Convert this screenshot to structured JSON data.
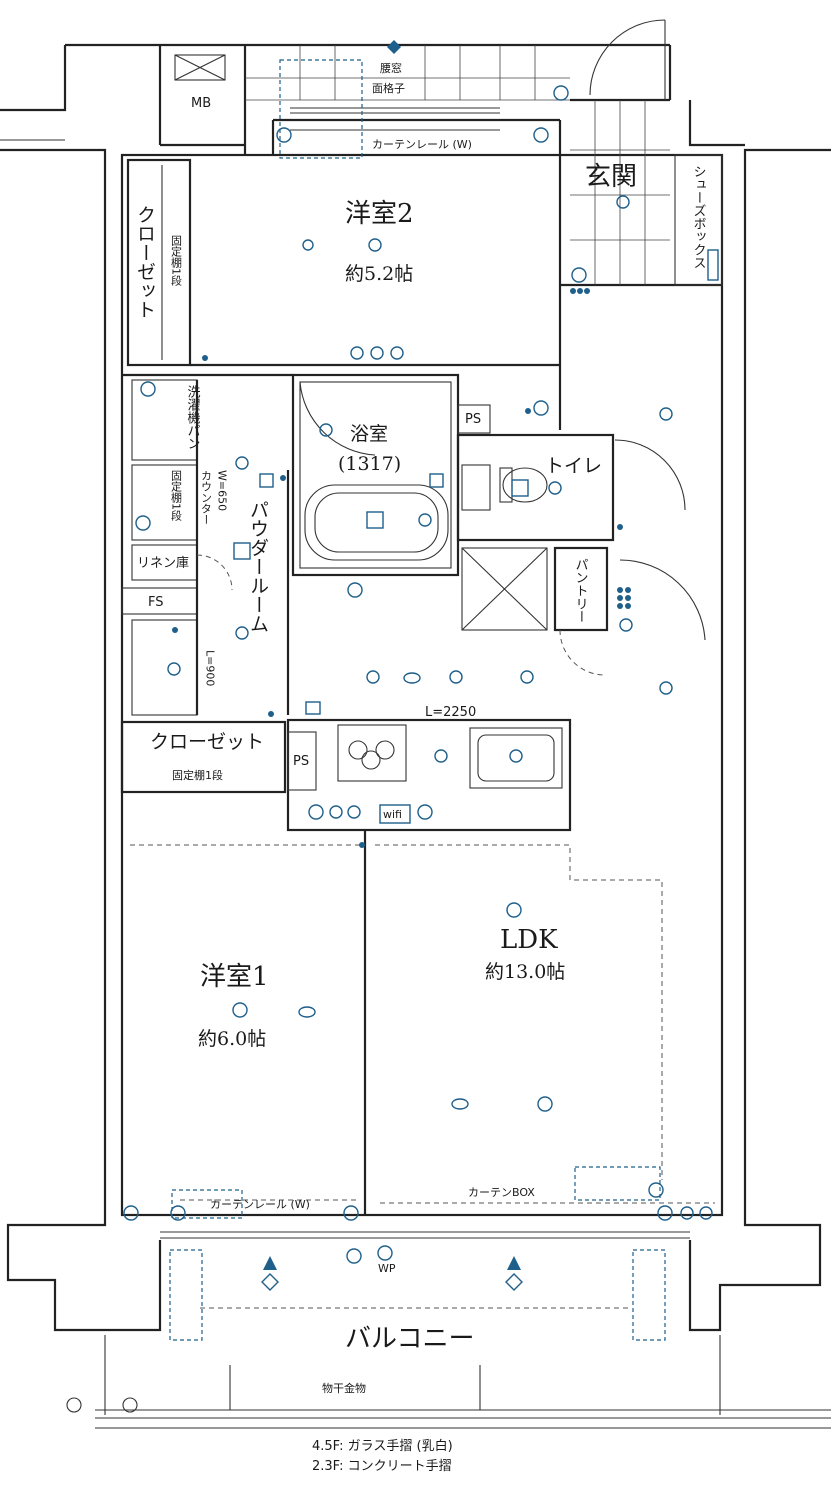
{
  "rooms": {
    "western_room_2": {
      "name": "洋室2",
      "size": "約5.2帖"
    },
    "western_room_1": {
      "name": "洋室1",
      "size": "約6.0帖"
    },
    "ldk": {
      "name": "LDK",
      "size": "約13.0帖"
    },
    "entrance": {
      "name": "玄関"
    },
    "bathroom": {
      "name": "浴室",
      "spec": "(1317)"
    },
    "toilet": {
      "name": "トイレ"
    },
    "powder_room": {
      "name": "パウダールーム"
    },
    "balcony": {
      "name": "バルコニー"
    }
  },
  "fixtures": {
    "mb": "MB",
    "shoe_box": "シューズボックス",
    "closet_vertical": "クローゼット",
    "fixed_shelf_top": "固定棚1段",
    "washing_pan": "洗濯機パン",
    "counter": "カウンター",
    "counter_width": "W=650",
    "fixed_shelf_mid": "固定棚1段",
    "linen": "リネン庫",
    "fs": "FS",
    "vanity_length": "L=900",
    "closet_horizontal": "クローゼット",
    "fixed_shelf_bottom": "固定棚1段",
    "ps_upper": "PS",
    "ps_lower": "PS",
    "pantry": "パントリー",
    "kitchen_length": "L=2250",
    "window_grille_1": "腰窓",
    "window_grille_2": "面格子",
    "curtain_rail_top": "カーテンレール (W)",
    "curtain_rail_bottom": "カーテンレール (W)",
    "curtain_box": "カーテンBOX",
    "laundry_hanger": "物干金物",
    "wifi": "wifi",
    "wp": "WP"
  },
  "notes": {
    "line_1": "4.5F: ガラス手摺 (乳白)",
    "line_2": "2.3F: コンクリート手摺"
  },
  "colors": {
    "wall": "#222222",
    "electrical": "#1f5f8b",
    "background": "#ffffff"
  }
}
